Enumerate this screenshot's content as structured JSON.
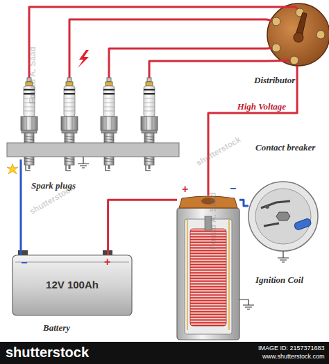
{
  "diagram": {
    "nodes": [
      {
        "text": [
          "Distributor"
        ]
      },
      {
        "text": [
          "Spark plugs"
        ]
      },
      {
        "text": [
          "Contact breaker"
        ]
      },
      {
        "text": [
          "12V 100Ah",
          "Battery"
        ]
      },
      {
        "text": [
          "Ignition Coil"
        ]
      }
    ],
    "edges": [
      {
        "from": 4,
        "to": 0,
        "label": "High Voltage",
        "arrow": "none"
      },
      {
        "from": 0,
        "to": 1,
        "arrow": "none"
      },
      {
        "from": 0,
        "to": 1,
        "arrow": "none"
      },
      {
        "from": 0,
        "to": 1,
        "arrow": "none"
      },
      {
        "from": 0,
        "to": 1,
        "arrow": "none"
      },
      {
        "from": 3,
        "to": 1,
        "arrow": "none"
      },
      {
        "from": 3,
        "to": 4,
        "arrow": "none"
      },
      {
        "from": 4,
        "to": 2,
        "arrow": "none"
      }
    ],
    "labels": [
      "−",
      "+",
      "+",
      "−",
      "Fouad A. Saad",
      "shutterstock",
      "Fouad A. Saad",
      "shutterstock",
      "shutterstock",
      "IMAGE ID: 2157371683",
      "www.shutterstock.com"
    ]
  }
}
